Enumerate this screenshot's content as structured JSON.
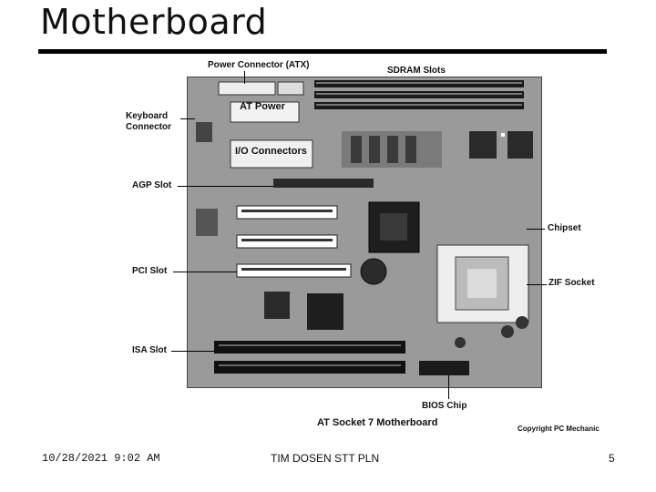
{
  "slide": {
    "title": "Motherboard"
  },
  "figure": {
    "caption": "AT Socket 7 Motherboard",
    "copyright": "Copyright PC Mechanic",
    "labels": {
      "power_connector": "Power Connector (ATX)",
      "sdram_slots": "SDRAM Slots",
      "keyboard_connector": "Keyboard\nConnector",
      "at_power": "AT Power",
      "io_connectors": "I/O Connectors",
      "agp_slot": "AGP Slot",
      "chipset": "Chipset",
      "pci_slot": "PCI Slot",
      "zif_socket": "ZIF Socket",
      "isa_slot": "ISA Slot",
      "bios_chip": "BIOS Chip"
    }
  },
  "footer": {
    "date": "10/28/2021 9:02 AM",
    "center": "TIM DOSEN STT PLN",
    "page": "5"
  }
}
